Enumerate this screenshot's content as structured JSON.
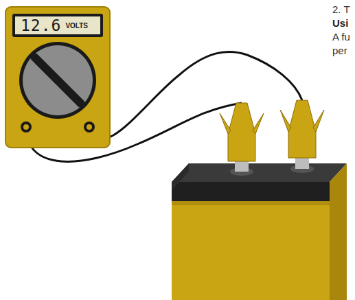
{
  "diagram": {
    "labels": [
      "12.6",
      "VOLTS",
      "2. T",
      "Usi",
      "A fu",
      "per"
    ]
  }
}
